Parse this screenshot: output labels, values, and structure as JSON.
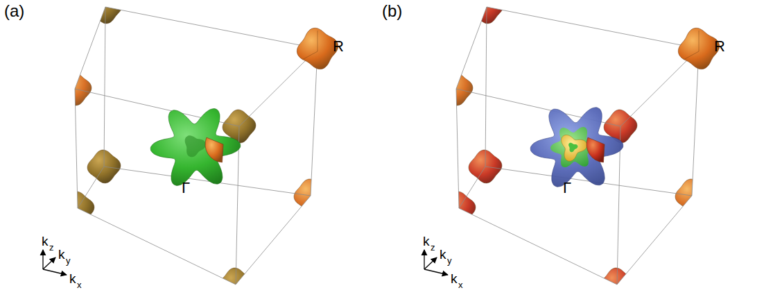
{
  "diagram": {
    "labels": [
      "(a)",
      "R",
      "Γ",
      "k",
      "z",
      "k",
      "y",
      "k",
      "x",
      "(b)",
      "R",
      "Γ",
      "k",
      "z",
      "k",
      "y",
      "k",
      "x"
    ]
  }
}
